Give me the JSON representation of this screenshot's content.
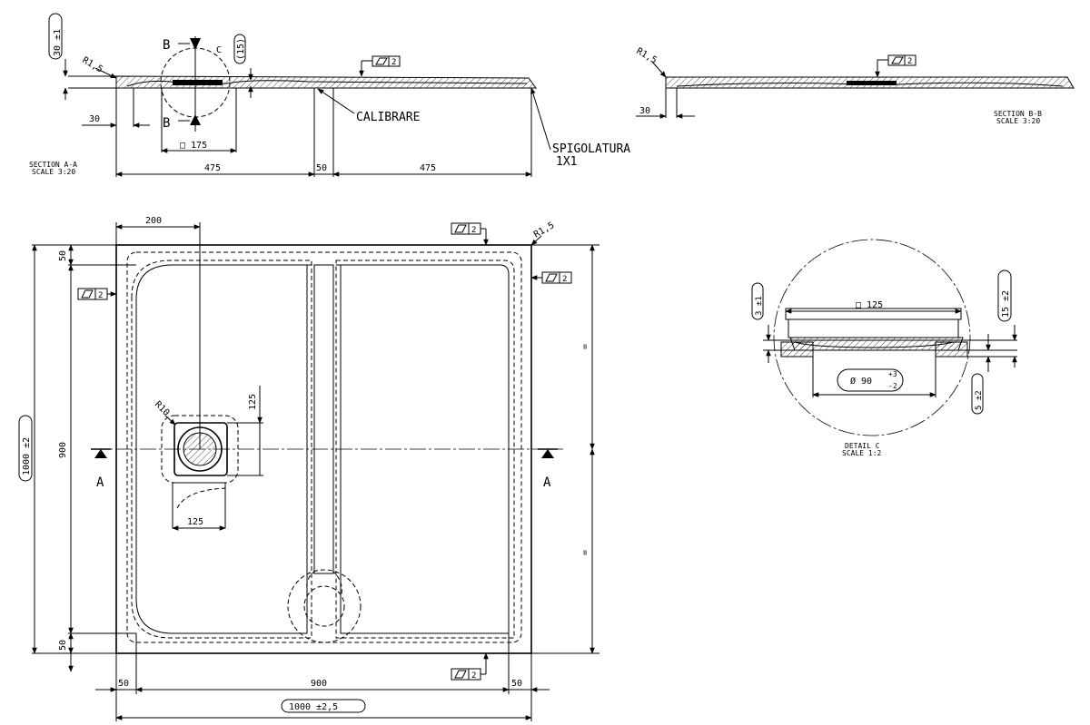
{
  "section_aa": {
    "r15": "R1,5",
    "thk": "30 ±1",
    "b_top": "B",
    "b_bottom": "B",
    "c_label": "C",
    "sq175": "□ 175",
    "d15": "(15)",
    "d30": "30",
    "calibrare": "CALIBRARE",
    "spigolatura_1": "SPIGOLATURA",
    "spigolatura_2": "1X1",
    "d475_left": "475",
    "d50": "50",
    "d475_right": "475",
    "title_1": "SECTION A-A",
    "title_2": "SCALE 3:20",
    "flat": "2"
  },
  "section_bb": {
    "r15": "R1,5",
    "d30": "30",
    "flat": "2",
    "title_1": "SECTION B-B",
    "title_2": "SCALE 3:20"
  },
  "plan": {
    "d200": "200",
    "r15": "R1,5",
    "flat_top": "2",
    "flat_left": "2",
    "flat_right": "2",
    "flat_bottom": "2",
    "d50_top": "50",
    "d50_bottom": "50",
    "d900_v": "900",
    "d1000_v": "1000 ±2",
    "r10": "R10",
    "d125_v": "125",
    "d125_h": "125",
    "a_left": "A",
    "a_right": "A",
    "eq_top": "=",
    "eq_bottom": "=",
    "d50_left": "50",
    "d900_h": "900",
    "d50_right": "50",
    "d1000_h": "1000 ±2,5"
  },
  "detail_c": {
    "sq125": "□ 125",
    "d3": "3 ±1",
    "d15": "15 ±2",
    "d5": "5 ±2",
    "dia": "Ø 90",
    "tol_plus": "+3",
    "tol_minus": "-2",
    "title_1": "DETAIL C",
    "title_2": "SCALE 1:2"
  }
}
